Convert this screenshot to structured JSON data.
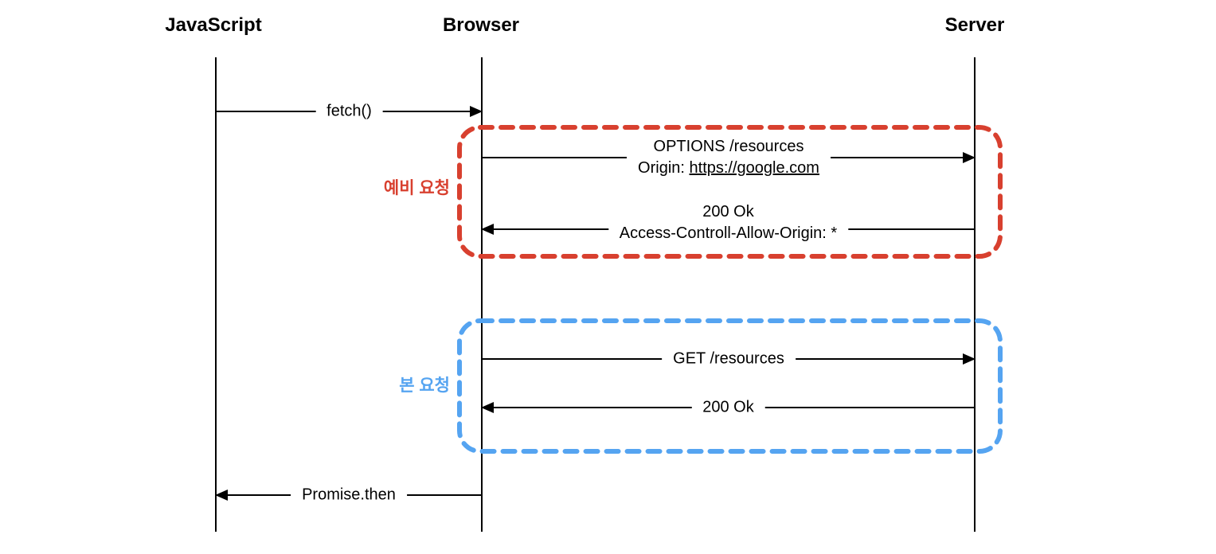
{
  "participants": [
    {
      "label": "JavaScript"
    },
    {
      "label": "Browser"
    },
    {
      "label": "Server"
    }
  ],
  "groups": {
    "preflight": {
      "label": "예비 요청"
    },
    "main": {
      "label": "본 요청"
    }
  },
  "messages": {
    "fetch": {
      "label": "fetch()",
      "from": "JavaScript",
      "to": "Browser"
    },
    "preflight_request": {
      "line1": "OPTIONS /resources",
      "line2_prefix": "Origin: ",
      "line2_url": "https://google.com",
      "from": "Browser",
      "to": "Server"
    },
    "preflight_response": {
      "line1": "200 Ok",
      "line2": "Access-Controll-Allow-Origin: *",
      "from": "Server",
      "to": "Browser"
    },
    "main_request": {
      "label": "GET /resources",
      "from": "Browser",
      "to": "Server"
    },
    "main_response": {
      "label": "200 Ok",
      "from": "Server",
      "to": "Browser"
    },
    "promise_then": {
      "label": "Promise.then",
      "from": "Browser",
      "to": "JavaScript"
    }
  },
  "colors": {
    "preflight": "#d8402f",
    "main": "#55a4f1",
    "ink": "#000000",
    "bg": "#ffffff"
  }
}
